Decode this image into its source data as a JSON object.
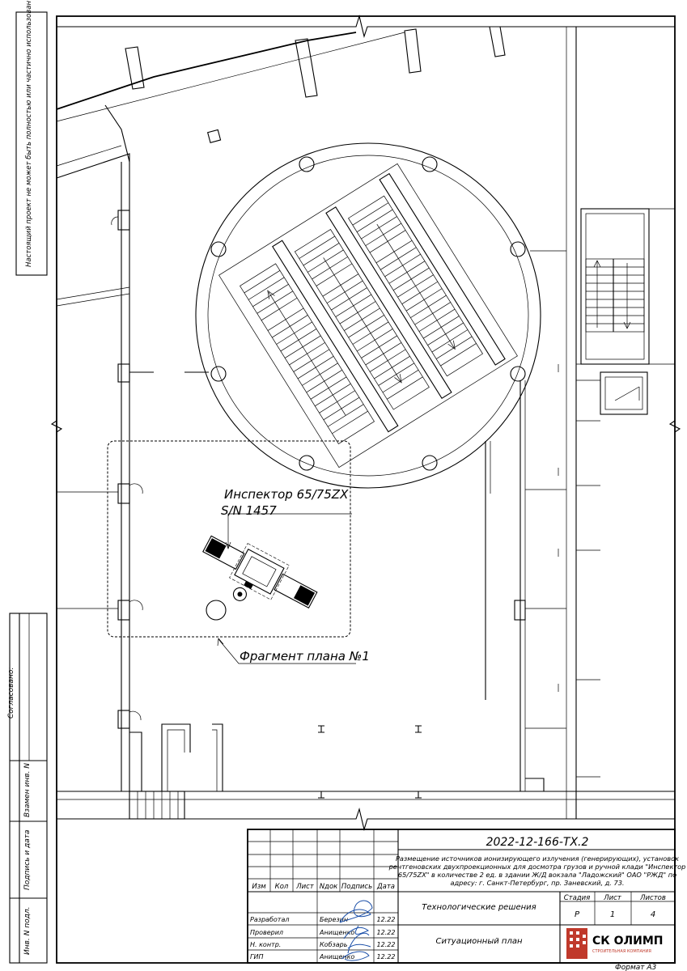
{
  "sidebar": {
    "note": "Настоящий проект не может быть полностью или частично использован для других объектов без разрешения разработчика",
    "agreed": "Согласовано:",
    "replaced_inv": "Взамен инв. N",
    "signature_date": "Подпись и дата",
    "inv_original": "Инв. N подл."
  },
  "plan": {
    "equipment_label": "Инспектор 65/75ZX",
    "serial_label": "S/N 1457",
    "fragment_label": "Фрагмент плана №1"
  },
  "stamp": {
    "doc_code": "2022-12-166-ТХ.2",
    "description_line1": "Размещение источников ионизирующего излучения (генерирующих), установок",
    "description_line2": "рентгеновских двухпроекционных для досмотра грузов и ручной клади \"Инспектор",
    "description_line3": "65/75ZX\" в количестве 2 ед. в здании Ж/Д вокзала \"Ладожский\" ОАО \"РЖД\" по",
    "description_line4": "адресу: г. Санкт-Петербург, пр. Заневский, д. 73.",
    "section_title": "Технологические решения",
    "sheet_title": "Ситуационный план",
    "col_izm": "Изм",
    "col_kol": "Кол",
    "col_list": "Лист",
    "col_ndok": "Nдок",
    "col_podpis": "Подпись",
    "col_data": "Дата",
    "stage_label": "Стадия",
    "sheet_label": "Лист",
    "sheets_label": "Листов",
    "stage_value": "Р",
    "sheet_value": "1",
    "sheets_value": "4",
    "people": [
      {
        "role": "Разработал",
        "name": "Березин",
        "date": "12.22"
      },
      {
        "role": "Проверил",
        "name": "Анищенко",
        "date": "12.22"
      },
      {
        "role": "Н. контр.",
        "name": "Кобзарь",
        "date": "12.22"
      },
      {
        "role": "ГИП",
        "name": "Анищенко",
        "date": "12.22"
      }
    ],
    "company_main": "СК ОЛИМП",
    "company_sub": "СТРОИТЕЛЬНАЯ КОМПАНИЯ",
    "format": "Формат А3"
  },
  "colors": {
    "line": "#000000",
    "signature": "#1b4fa8",
    "logo_red": "#c0392b"
  }
}
